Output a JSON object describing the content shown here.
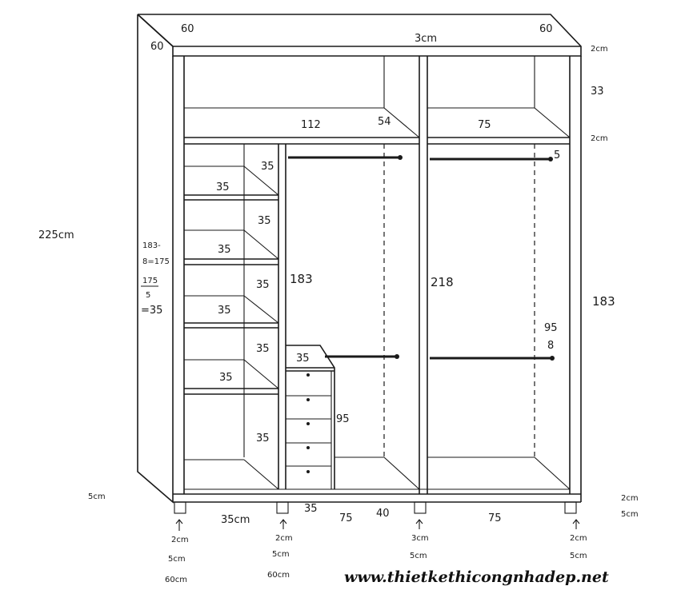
{
  "labels": {
    "top_left_depth": "60",
    "top_right_depth": "60",
    "top_center_thickness": "3cm",
    "top_panel_right": "2cm",
    "left_side_depth": "60",
    "upper_gap": "33",
    "shelf_right": "2cm",
    "shelf_left_width": "112",
    "shelf_mid_depth": "54",
    "shelf_right_width": "75",
    "total_height": "225cm",
    "calc_line1": "183-",
    "calc_line2": "8=175",
    "calc_frac_top": "175",
    "calc_frac_bottom": "5",
    "calc_result": "=35",
    "shelf_depth_1": "35",
    "shelf_depth_2": "35",
    "shelf_depth_3": "35",
    "shelf_depth_4": "35",
    "shelf_depth_5": "35",
    "shelf_width_1": "35",
    "shelf_width_2": "35",
    "shelf_width_3": "35",
    "shelf_width_4": "35",
    "height_mid_left": "183",
    "height_mid": "218",
    "height_right": "183",
    "drawer_width": "35",
    "drawer_height": "95",
    "rod_right_top": "5",
    "rod_right_height": "95",
    "rod_right_small": "8",
    "bottom_left_plinth": "5cm",
    "bottom_right_plinth1": "2cm",
    "bottom_right_plinth2": "5cm",
    "base_w1": "35cm",
    "base_w2": "35",
    "base_w3": "75",
    "base_w4": "40",
    "base_w5": "75",
    "foot1_a": "2cm",
    "foot1_b": "5cm",
    "foot1_c": "60cm",
    "foot2_a": "2cm",
    "foot2_b": "5cm",
    "foot2_c": "60cm",
    "foot3_a": "3cm",
    "foot3_b": "5cm",
    "foot4_a": "2cm",
    "foot4_b": "5cm",
    "watermark": "www.thietkethicongnhadep.net"
  }
}
